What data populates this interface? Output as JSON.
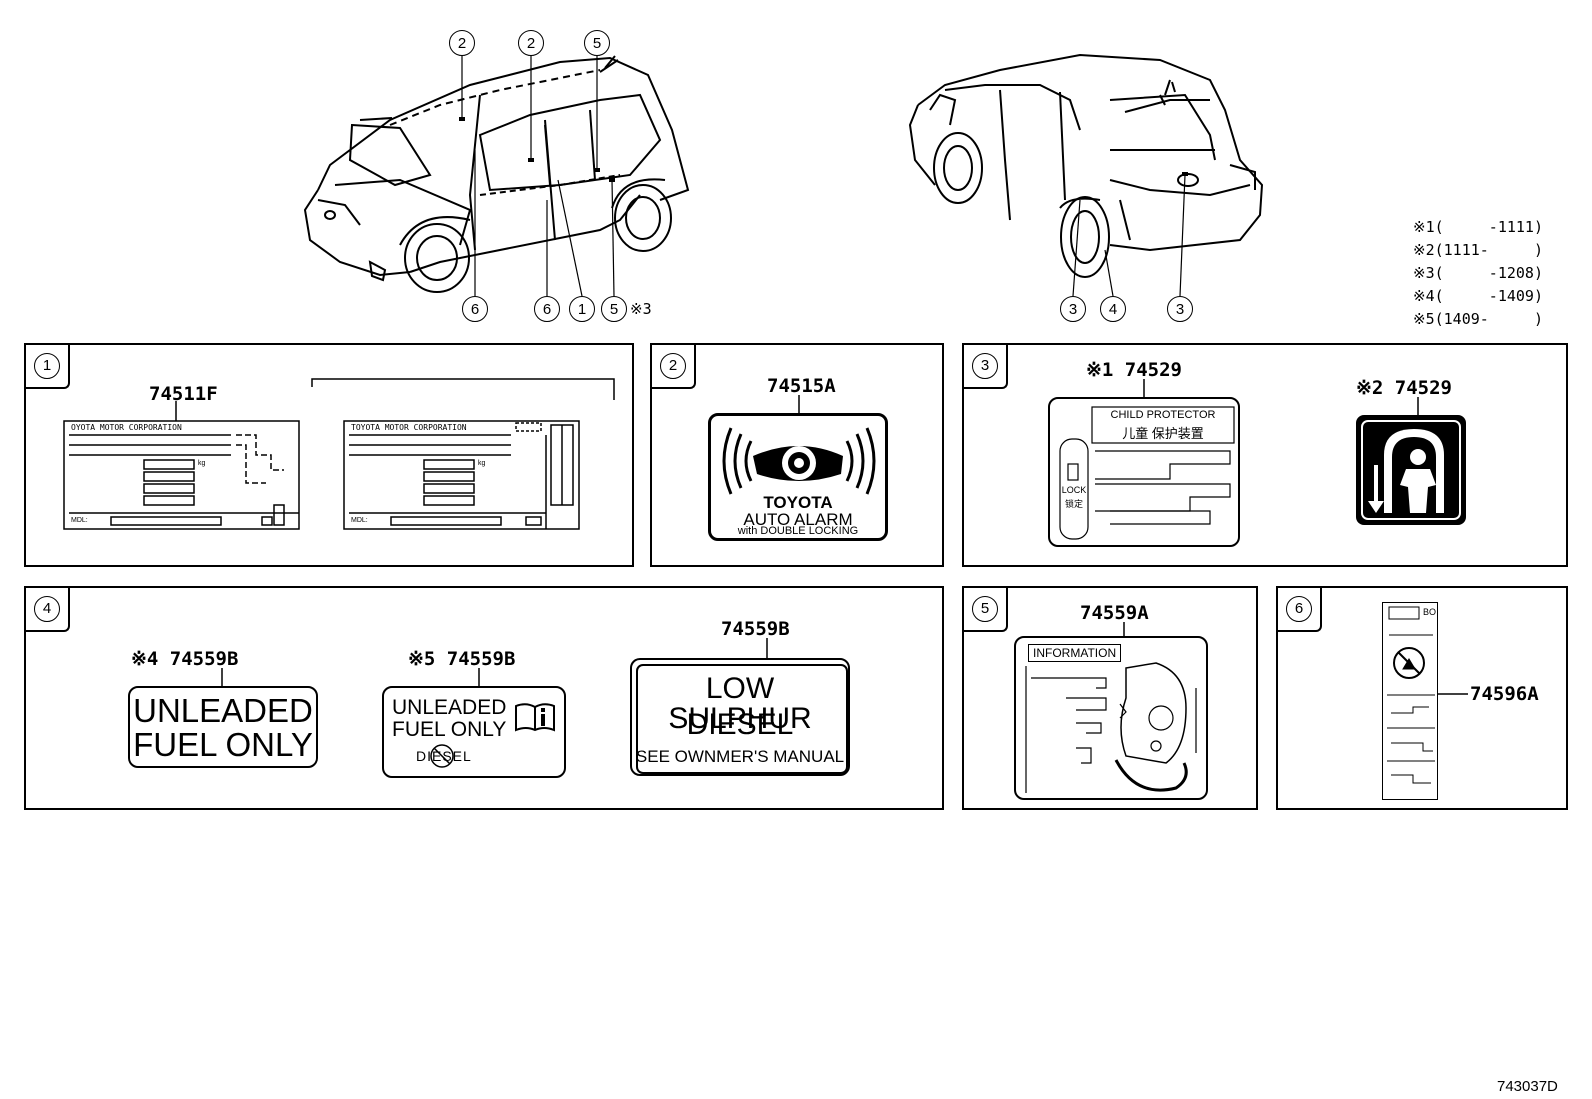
{
  "diagram_id": "743037D",
  "callouts": {
    "front": [
      "2",
      "2",
      "5",
      "6",
      "6",
      "1",
      "5"
    ],
    "front_note": "※3",
    "rear": [
      "3",
      "4",
      "3"
    ]
  },
  "notes": [
    "※1(     -1111)",
    "※2(1111-     )",
    "※3(     -1208)",
    "※4(     -1409)",
    "※5(1409-     )"
  ],
  "panels": {
    "p1": {
      "num": "1",
      "part": "74511F",
      "maker_a": "OYOTA MOTOR CORPORATION",
      "maker_b": "TOYOTA MOTOR CORPORATION",
      "unit": "kg",
      "field": "MDL:"
    },
    "p2": {
      "num": "2",
      "part": "74515A",
      "brand": "TOYOTA",
      "line1": "AUTO ALARM",
      "line2": "with DOUBLE LOCKING"
    },
    "p3": {
      "num": "3",
      "part_a": "※1 74529",
      "part_b": "※2 74529",
      "title_en": "CHILD PROTECTOR",
      "title_zh": "儿童 保护装置",
      "lock": "LOCK",
      "lock_zh": "锁定"
    },
    "p4": {
      "num": "4",
      "part_a": "※4 74559B",
      "text_a1": "UNLEADED",
      "text_a2": "FUEL ONLY",
      "part_b": "※5 74559B",
      "text_b1": "UNLEADED",
      "text_b2": "FUEL ONLY",
      "text_b3": "DIESEL",
      "part_c": "74559B",
      "text_c1": "LOW SULPHUR",
      "text_c2": "DIESEL",
      "text_c3": "SEE OWNMER'S MANUAL"
    },
    "p5": {
      "num": "5",
      "part": "74559A",
      "info": "INFORMATION"
    },
    "p6": {
      "num": "6",
      "part": "74596A",
      "side": "BO"
    }
  }
}
